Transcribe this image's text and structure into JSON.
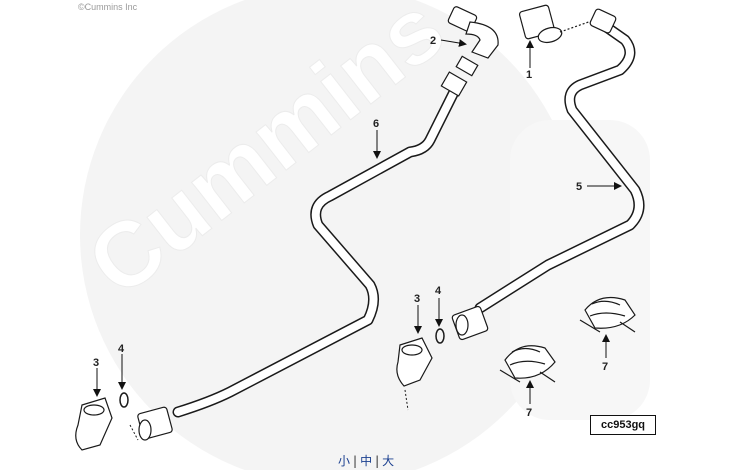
{
  "copyright": "©Cummins Inc",
  "watermark": "Cummins",
  "drawing_id": "cc953gq",
  "callouts": {
    "c1": "1",
    "c2": "2",
    "c3a": "3",
    "c3b": "3",
    "c4a": "4",
    "c4b": "4",
    "c5": "5",
    "c6": "6",
    "c7a": "7",
    "c7b": "7"
  },
  "size_nav": {
    "small": "小",
    "medium": "中",
    "large": "大",
    "separator": "|"
  },
  "colors": {
    "line": "#1a1a1a",
    "watermark": "#ececec",
    "link": "#1a3f8f"
  }
}
